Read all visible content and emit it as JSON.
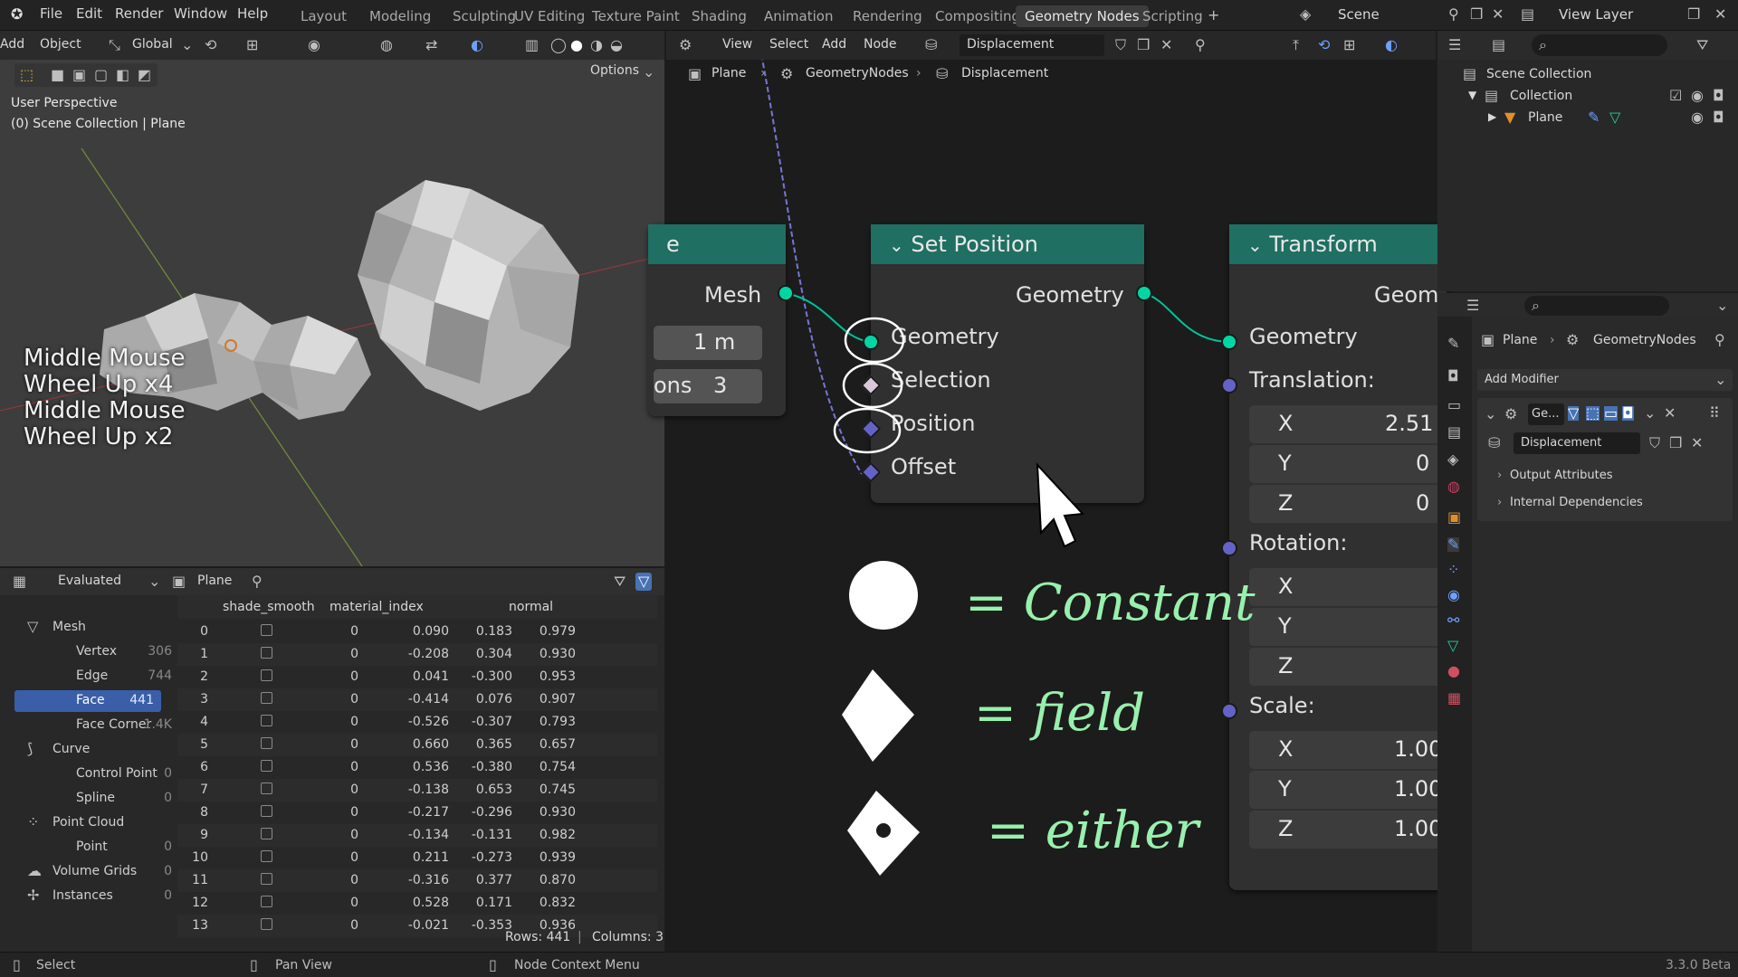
{
  "menu": {
    "file": "File",
    "edit": "Edit",
    "render": "Render",
    "window": "Window",
    "help": "Help"
  },
  "workspaces": [
    "Layout",
    "Modeling",
    "Sculpting",
    "UV Editing",
    "Texture Paint",
    "Shading",
    "Animation",
    "Rendering",
    "Compositing",
    "Geometry Nodes",
    "Scripting"
  ],
  "active_workspace": "Geometry Nodes",
  "scene_name": "Scene",
  "view_layer": "View Layer",
  "viewport": {
    "add": "Add",
    "object": "Object",
    "orientation": "Global",
    "options": "Options",
    "perspective": "User Perspective",
    "collection_info": "(0) Scene Collection | Plane",
    "hints": [
      "Middle Mouse",
      "Wheel Up x4",
      "Middle Mouse",
      "Wheel Up x2"
    ]
  },
  "spreadsheet": {
    "mode": "Evaluated",
    "object": "Plane",
    "columns": [
      "shade_smooth",
      "material_index",
      "normal"
    ],
    "tree": [
      {
        "label": "Mesh",
        "count": ""
      },
      {
        "label": "Vertex",
        "count": "306"
      },
      {
        "label": "Edge",
        "count": "744"
      },
      {
        "label": "Face",
        "count": "441"
      },
      {
        "label": "Face Corner",
        "count": "1.4K"
      },
      {
        "label": "Curve",
        "count": ""
      },
      {
        "label": "Control Point",
        "count": "0"
      },
      {
        "label": "Spline",
        "count": "0"
      },
      {
        "label": "Point Cloud",
        "count": ""
      },
      {
        "label": "Point",
        "count": "0"
      },
      {
        "label": "Volume Grids",
        "count": "0"
      },
      {
        "label": "Instances",
        "count": "0"
      }
    ],
    "rows": [
      [
        "0",
        "0",
        "0.090",
        "0.183",
        "0.979"
      ],
      [
        "1",
        "0",
        "-0.208",
        "0.304",
        "0.930"
      ],
      [
        "2",
        "0",
        "0.041",
        "-0.300",
        "0.953"
      ],
      [
        "3",
        "0",
        "-0.414",
        "0.076",
        "0.907"
      ],
      [
        "4",
        "0",
        "-0.526",
        "-0.307",
        "0.793"
      ],
      [
        "5",
        "0",
        "0.660",
        "0.365",
        "0.657"
      ],
      [
        "6",
        "0",
        "0.536",
        "-0.380",
        "0.754"
      ],
      [
        "7",
        "0",
        "-0.138",
        "0.653",
        "0.745"
      ],
      [
        "8",
        "0",
        "-0.217",
        "-0.296",
        "0.930"
      ],
      [
        "9",
        "0",
        "-0.134",
        "-0.131",
        "0.982"
      ],
      [
        "10",
        "0",
        "0.211",
        "-0.273",
        "0.939"
      ],
      [
        "11",
        "0",
        "-0.316",
        "0.377",
        "0.870"
      ],
      [
        "12",
        "0",
        "0.528",
        "0.171",
        "0.832"
      ],
      [
        "13",
        "0",
        "-0.021",
        "-0.353",
        "0.936"
      ]
    ],
    "rows_info": "Rows: 441",
    "cols_info": "Columns: 3"
  },
  "node_editor": {
    "view": "View",
    "select": "Select",
    "add": "Add",
    "node": "Node",
    "tree_name": "Displacement",
    "breadcrumb": [
      "Plane",
      "GeometryNodes",
      "Displacement"
    ],
    "left_node": {
      "title": "e",
      "output": "Mesh",
      "field1": "1 m",
      "field2_label": "ons",
      "field2_value": "3"
    },
    "set_position": {
      "title": "Set Position",
      "output": "Geometry",
      "inputs": [
        "Geometry",
        "Selection",
        "Position",
        "Offset"
      ]
    },
    "transform": {
      "title": "Transform",
      "output": "Geom",
      "input_geometry": "Geometry",
      "translation": "Translation:",
      "tx": "2.51",
      "ty": "0",
      "tz": "0",
      "rotation": "Rotation:",
      "scale": "Scale:",
      "sx": "1.00",
      "sy": "1.00",
      "sz": "1.00",
      "x": "X",
      "y": "Y",
      "z": "Z"
    },
    "annotations": [
      "= Constant",
      "= field",
      "= either"
    ]
  },
  "outliner": {
    "scene_collection": "Scene Collection",
    "collection": "Collection",
    "plane": "Plane"
  },
  "properties": {
    "breadcrumb_obj": "Plane",
    "breadcrumb_mod": "GeometryNodes",
    "add_modifier": "Add Modifier",
    "mod_name": "Ge...",
    "tree": "Displacement",
    "output_attrs": "Output Attributes",
    "internal_deps": "Internal Dependencies"
  },
  "status": {
    "select": "Select",
    "pan": "Pan View",
    "ctx": "Node Context Menu",
    "version": "3.3.0 Beta"
  }
}
